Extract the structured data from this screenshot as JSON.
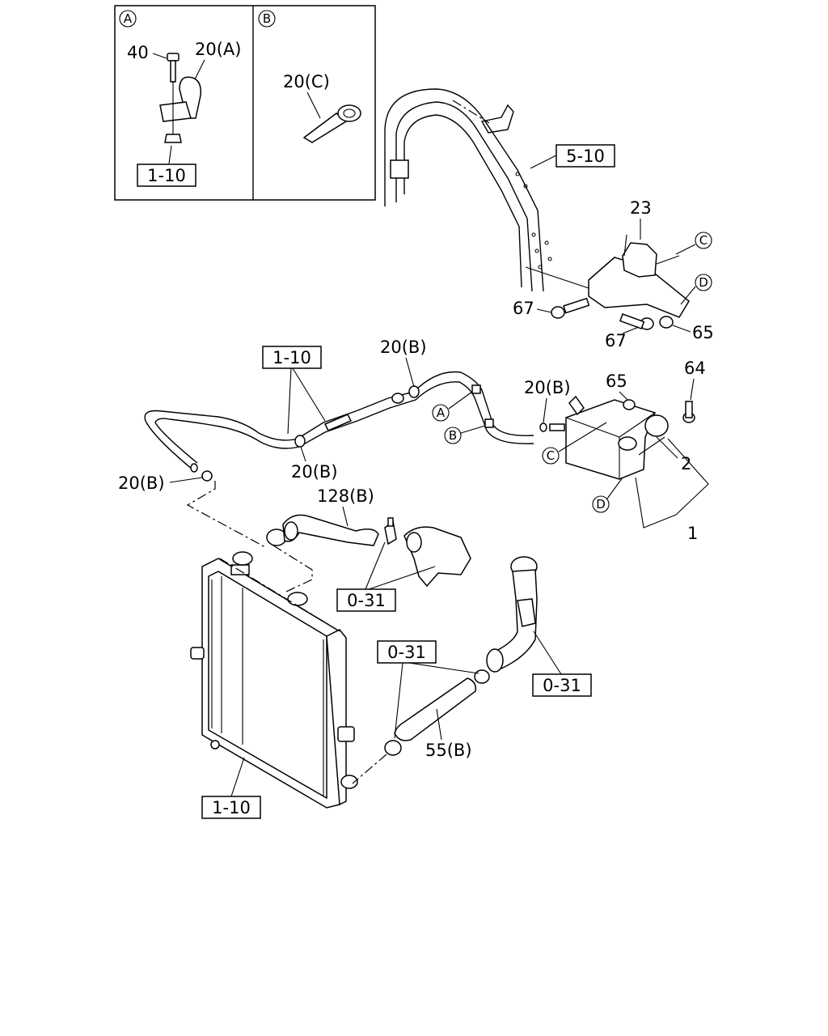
{
  "inset_a": {
    "marker": "A",
    "labels": {
      "part_40": "40",
      "part_20a": "20(A)",
      "ref_1_10": "1-10"
    }
  },
  "inset_b": {
    "marker": "B",
    "labels": {
      "part_20c": "20(C)"
    }
  },
  "refs": {
    "frame_5_10": "5-10",
    "hose_1_10": "1-10",
    "upper_0_31": "0-31",
    "lower_left_0_31": "0-31",
    "lower_right_0_31": "0-31",
    "radiator_1_10": "1-10"
  },
  "parts": {
    "p23": "23",
    "p67_left": "67",
    "p67_right": "67",
    "p65_bracket": "65",
    "p20b_top": "20(B)",
    "p20b_tank": "20(B)",
    "p65_tank": "65",
    "p64": "64",
    "p2": "2",
    "p1": "1",
    "p20b_mid": "20(B)",
    "p20b_left": "20(B)",
    "p128b": "128(B)",
    "p55b": "55(B)"
  },
  "markers": {
    "c_bracket": "C",
    "d_bracket": "D",
    "a_hose": "A",
    "b_hose": "B",
    "c_tank": "C",
    "d_tank": "D"
  }
}
